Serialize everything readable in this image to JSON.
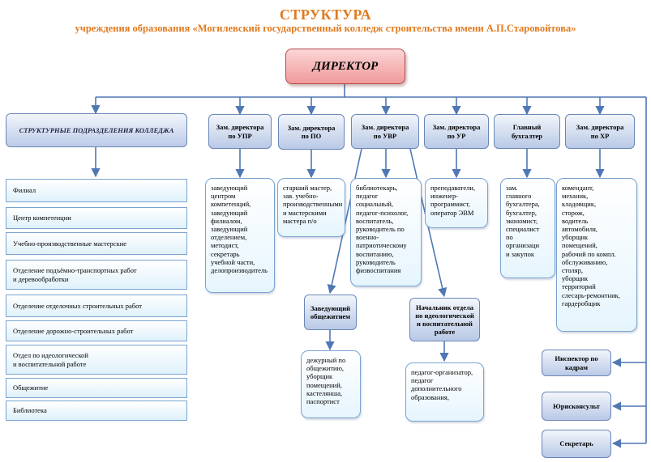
{
  "title": "СТРУКТУРА",
  "subtitle": "учреждения образования «Могилевский государственный колледж строительства имени А.П.Старовойтова»",
  "director": "ДИРЕКТОР",
  "departments_header": "СТРУКТУРНЫЕ ПОДРАЗДЕЛЕНИЯ КОЛЛЕДЖА",
  "departments": [
    "Филиал",
    "Центр компетенции",
    "Учебно-производственные мастерские",
    "Отделение подъёмно-транспортных работ\nи деревообработки",
    "Отделение отделочных строительных работ",
    "Отделение дорожно-строительных работ",
    "Отдел по идеологической\nи воспитательной работе",
    "Общежитие",
    "Библиотека"
  ],
  "deputies": [
    {
      "title": "Зам. директора\nпо УПР",
      "staff": "заведующий\nцентром\nкомпетенций,\nзаведующий\nфилиалом,\nзаведующий\nотделением,\nметодист,\nсекретарь\nучебной части,\nделопроизводитель"
    },
    {
      "title": "Зам. директора\nпо ПО",
      "staff": "старший мастер,\nзав. учебно-\nпроизводственными\nи мастерскими\nмастера п/о"
    },
    {
      "title": "Зам. директора\nпо УВР",
      "staff": "библиотекарь,\nпедагог\nсоциальный,\nпедагог-психолог,\nвоспитатель,\nруководитель по\nвоенно-\nпатриотическому\nвоспитанию,\nруководитель\nфизвоспитания"
    },
    {
      "title": "Зам. директора\nпо УР",
      "staff": "преподаватели,\nинженер-\nпрограммист,\nоператор ЭВМ"
    },
    {
      "title": "Главный\nбухгалтер",
      "staff": "зам.\nглавного\nбухгалтера,\nбухгалтер,\nэкономист,\nспециалист\nпо\nорганизаци\nи закупок"
    },
    {
      "title": "Зам. директора\nпо ХР",
      "staff": "комендант,\nмеханик,\nкладовщик,\nсторож,\nводитель\nавтомобиля,\nуборщик\nпомещений,\nрабочий по компл.\nобслуживанию,\nстоляр,\nуборщик\nтерриторий\nслесарь-ремонтник,\nгардеробщик"
    }
  ],
  "dorm": {
    "title": "Заведующий\nобщежитием",
    "staff": "дежурный по\nобщежитию,\nуборщик\nпомещений,\nкастелянша,\nпаспортист"
  },
  "ideology": {
    "title": "Начальник отдела\nпо идеологической\nи воспитательной\nработе",
    "staff": "педагог-организатор,\nпедагог\nдополнительного\nобразования,"
  },
  "right_units": [
    "Инспектор по\nкадрам",
    "Юрисконсульт",
    "Секретарь"
  ],
  "colors": {
    "title": "#e07a1f",
    "line": "#4f77b4",
    "director": "#f19a9a"
  }
}
